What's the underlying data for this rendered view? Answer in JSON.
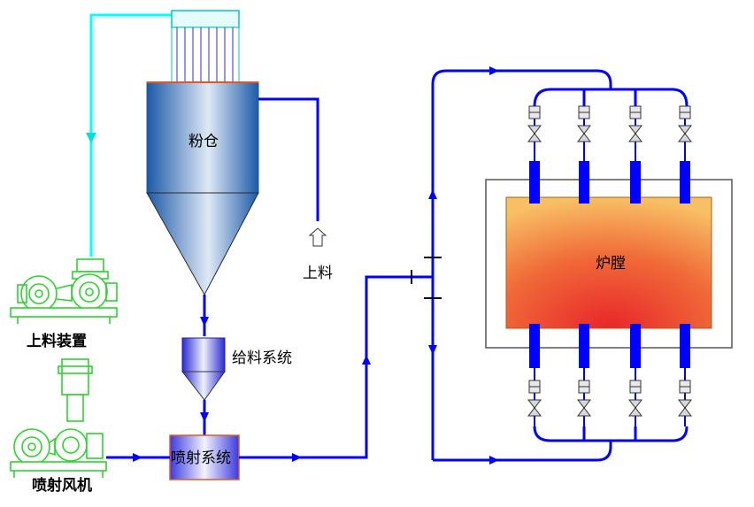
{
  "labels": {
    "silo": "粉仓",
    "feed_in": "上料",
    "feed_system": "给料系统",
    "loader": "上料装置",
    "injection_system": "喷射系统",
    "injection_fan": "喷射风机",
    "furnace": "炉膛"
  },
  "colors": {
    "pipe_blue": "#0000ff",
    "pipe_cyan": "#00ffff",
    "machine_green": "#33dd33",
    "silo_blue": "#2f6fb8",
    "furnace_red": "#e83a2a",
    "furnace_orange": "#f6b04a"
  }
}
